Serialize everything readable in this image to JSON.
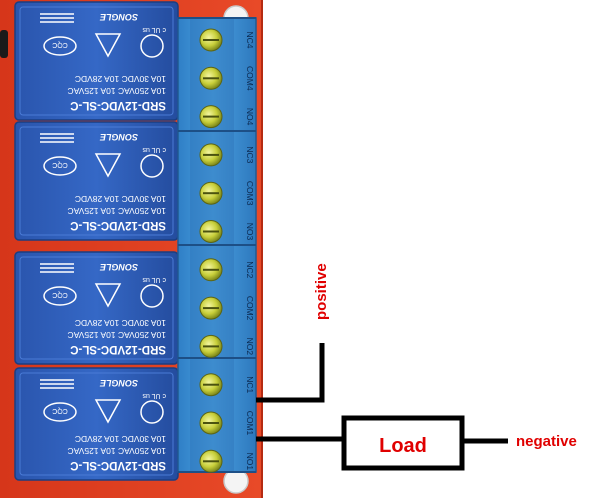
{
  "relays": [
    {
      "model": "SRD-12VDC-SL-C",
      "rating_line1": "10A 250VAC  10A 125VAC",
      "rating_line2": "10A 30VDC  10A 28VDC",
      "brand": "SONGLE",
      "mark_ul": "c UL us",
      "mark_cqc": "CQC"
    },
    {
      "model": "SRD-12VDC-SL-C",
      "rating_line1": "10A 250VAC  10A 125VAC",
      "rating_line2": "10A 30VDC  10A 28VDC",
      "brand": "SONGLE",
      "mark_ul": "c UL us",
      "mark_cqc": "CQC"
    },
    {
      "model": "SRD-12VDC-SL-C",
      "rating_line1": "10A 250VAC  10A 125VAC",
      "rating_line2": "10A 30VDC  10A 28VDC",
      "brand": "SONGLE",
      "mark_ul": "c UL us",
      "mark_cqc": "CQC"
    },
    {
      "model": "SRD-12VDC-SL-C",
      "rating_line1": "10A 250VAC  10A 125VAC",
      "rating_line2": "10A 30VDC  10A 28VDC",
      "brand": "SONGLE",
      "mark_ul": "c UL us",
      "mark_cqc": "CQC"
    }
  ],
  "terminal_labels": [
    "NC4",
    "COM4",
    "NO4",
    "NC3",
    "COM3",
    "NO3",
    "NC2",
    "COM2",
    "NO2",
    "NC1",
    "COM1",
    "NO1"
  ],
  "annotations": {
    "positive": "positive",
    "negative": "negative",
    "load": "Load"
  },
  "colors": {
    "board": "#e3421f",
    "relay": "#2a5cb8",
    "terminal_block": "#3e8fd0",
    "screw": "#c9d33a",
    "annotation_red": "#e00000",
    "wire": "#000000"
  }
}
